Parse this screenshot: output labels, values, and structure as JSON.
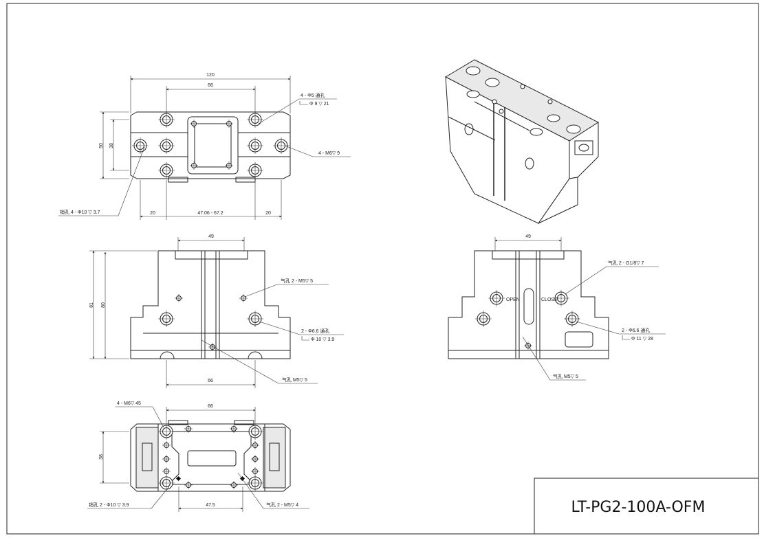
{
  "title_block": {
    "part_number": "LT-PG2-100A-OFM"
  },
  "top_view": {
    "dims": {
      "overall_width": "120",
      "hole_pitch": "66",
      "height_outer": "50",
      "height_inner": "38",
      "edge_left": "20",
      "stroke": "47.06 - 67.2",
      "edge_right": "20"
    },
    "callouts": {
      "through_hole": "4 - Φ5 通孔",
      "counterbore": "Φ 9 ▽ 21",
      "thread": "4 - M6▽ 9",
      "pin_hole": "销孔 4 - Φ10 ▽ 3.7"
    }
  },
  "front_view": {
    "dims": {
      "top_pitch": "49",
      "height_81": "81",
      "height_80": "80",
      "bottom_pitch": "66"
    },
    "callouts": {
      "air_hole_top": "气孔 2 - M5▽ 5",
      "through_hole": "2 - Φ6.6 通孔",
      "counterbore": "Φ 10 ▽ 3.9",
      "air_hole_bottom": "气孔 M5▽ 5"
    }
  },
  "side_view": {
    "dims": {
      "top_pitch": "49"
    },
    "labels": {
      "open": "OPEN",
      "close": "CLOSE"
    },
    "callouts": {
      "air_g18": "气孔 2 - G1/8▽ 7",
      "through_hole": "2 - Φ6.6 通孔",
      "counterbore": "Φ 11 ▽ 28",
      "air_hole_bottom": "气孔 M5▽ 5"
    }
  },
  "bottom_view": {
    "dims": {
      "hole_pitch": "66",
      "height": "38",
      "pin_pitch": "47.5"
    },
    "callouts": {
      "thread": "4 - M6▽ 45",
      "pin_hole": "销孔 2 - Φ10 ▽ 3.9",
      "air_hole": "气孔 2 - M5▽ 4"
    }
  }
}
